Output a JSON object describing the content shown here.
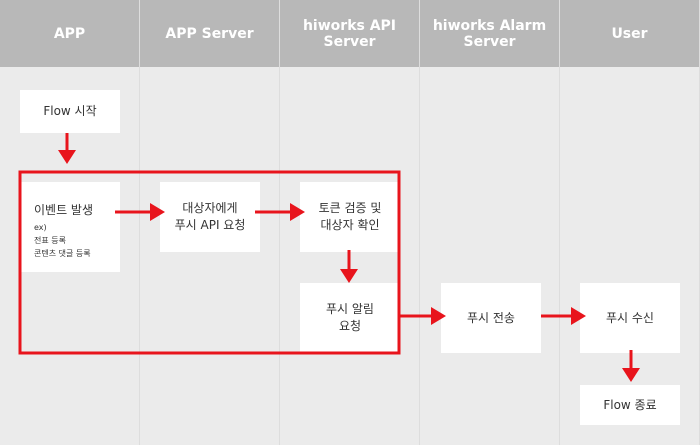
{
  "lanes": [
    {
      "name": "APP"
    },
    {
      "name": "APP Server"
    },
    {
      "name": "hiworks API Server"
    },
    {
      "name": "hiworks Alarm Server"
    },
    {
      "name": "User"
    }
  ],
  "boxes": {
    "flow_start": "Flow 시작",
    "event": "이벤트 발생",
    "event_ex": "ex)",
    "event_ex1": "전표 등록",
    "event_ex2": "콘텐츠 댓글 등록",
    "push_request_line1": "대상자에게",
    "push_request_line2": "푸시 API 요청",
    "token_verify_line1": "토큰 검증 및",
    "token_verify_line2": "대상자 확인",
    "push_alarm_line1": "푸시 알림",
    "push_alarm_line2": "요청",
    "push_send": "푸시 전송",
    "push_receive": "푸시 수신",
    "flow_end": "Flow 종료"
  },
  "colors": {
    "arrow": "#e8141c",
    "header": "#b8b8b8",
    "lane_bg": "#ebebeb",
    "box_bg": "#ffffff"
  }
}
